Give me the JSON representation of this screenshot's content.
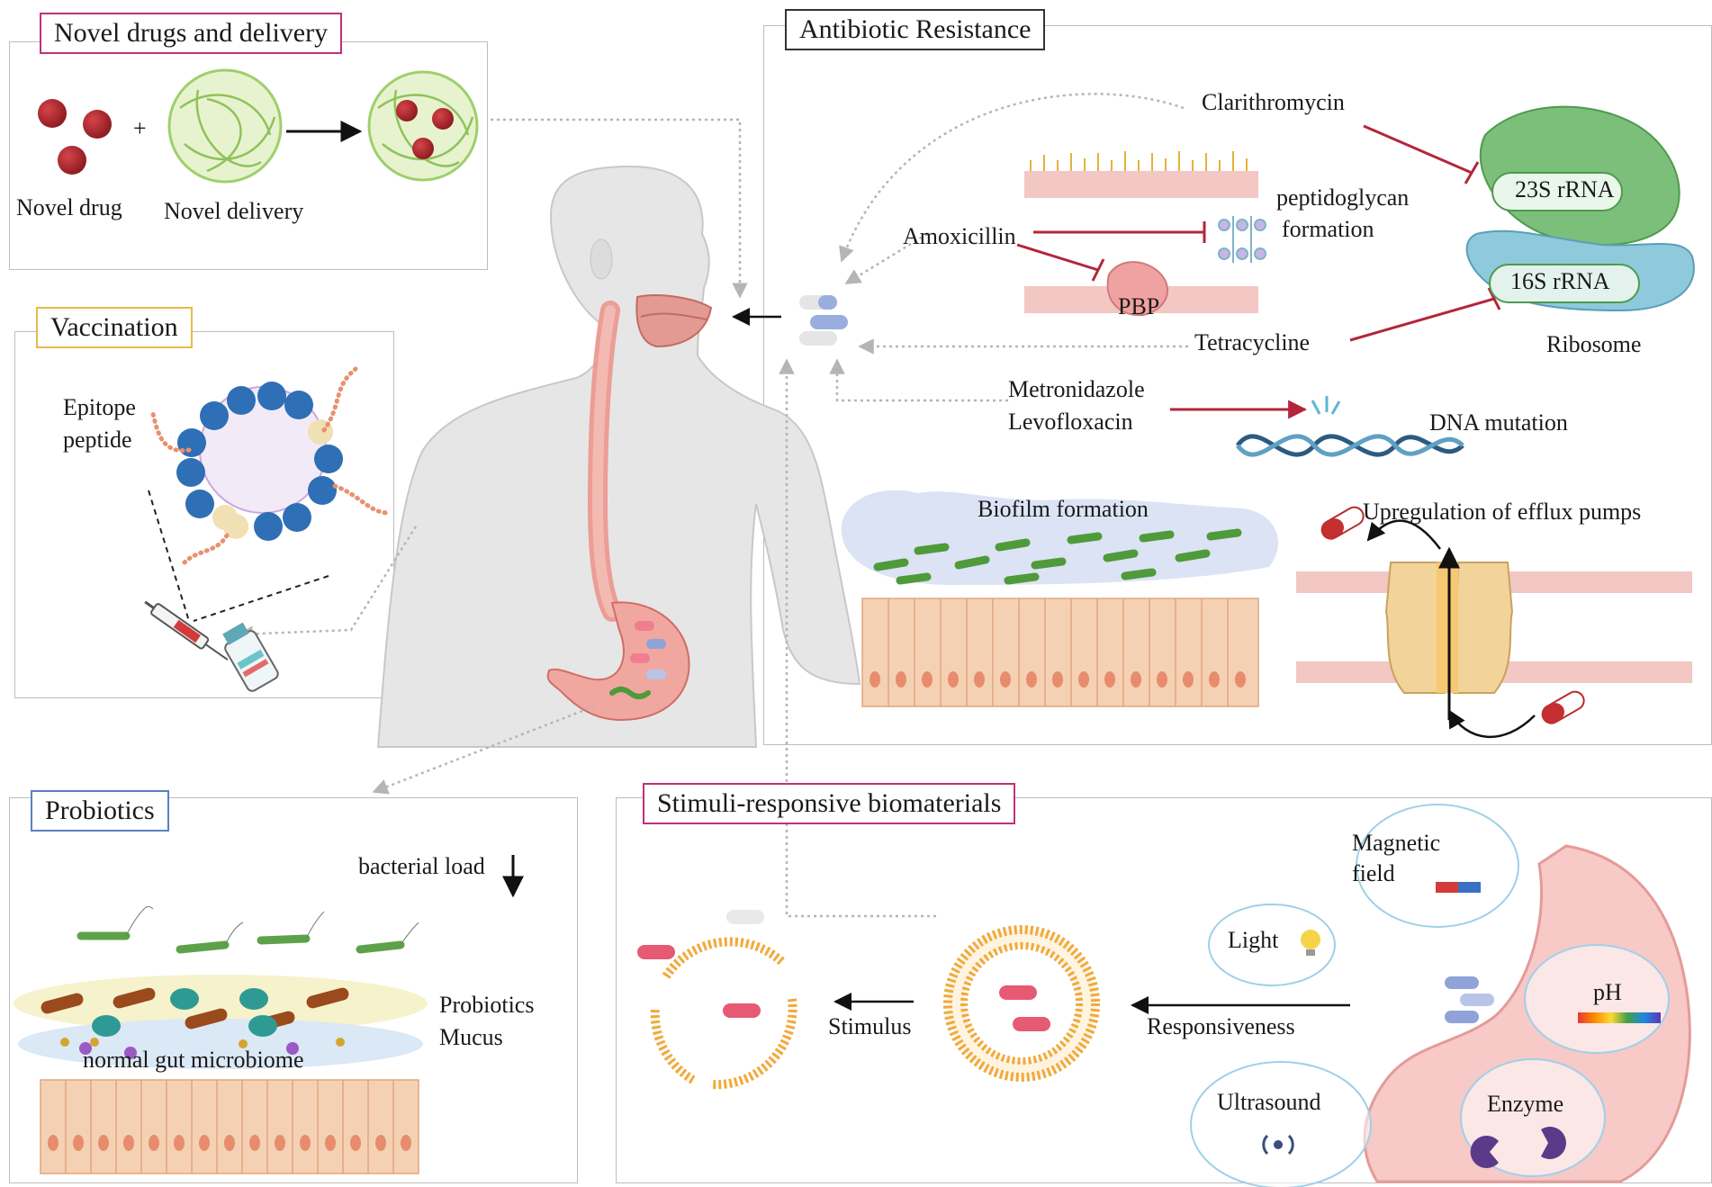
{
  "panels": {
    "novel": {
      "title": "Novel drugs and delivery",
      "plus": "+",
      "drug_label": "Novel drug",
      "delivery_label": "Novel delivery"
    },
    "vaccination": {
      "title": "Vaccination",
      "epitope_line1": "Epitope",
      "epitope_line2": "peptide"
    },
    "probiotics": {
      "title": "Probiotics",
      "bacterial_load": "bacterial load",
      "probiotics_label": "Probiotics",
      "mucus_label": "Mucus",
      "microbiome_label": "normal gut microbiome"
    },
    "antibiotic": {
      "title": "Antibiotic Resistance",
      "clarithromycin": "Clarithromycin",
      "amoxicillin": "Amoxicillin",
      "tetracycline": "Tetracycline",
      "metronidazole": "Metronidazole",
      "levofloxacin": "Levofloxacin",
      "peptidoglycan1": "peptidoglycan",
      "peptidoglycan2": "formation",
      "pbp": "PBP",
      "rrna23": "23S rRNA",
      "rrna16": "16S rRNA",
      "ribosome": "Ribosome",
      "dna_mutation": "DNA mutation",
      "biofilm": "Biofilm formation",
      "efflux": "Upregulation of efflux pumps"
    },
    "stimuli": {
      "title": "Stimuli-responsive biomaterials",
      "stimulus": "Stimulus",
      "responsiveness": "Responsiveness",
      "magnetic1": "Magnetic",
      "magnetic2": "field",
      "light": "Light",
      "ph": "pH",
      "ultrasound": "Ultrasound",
      "enzyme": "Enzyme"
    }
  },
  "colors": {
    "novel_border": "#c0307a",
    "vaccination_border": "#e8b84a",
    "probiotics_border": "#5b7fc4",
    "antibiotic_border": "#333333",
    "stimuli_border": "#c0307a",
    "inhibit_red": "#b3263a",
    "bacteria_green": "#4f9a3a",
    "ribosome_green": "#7bbf7a",
    "ribosome_blue": "#8ec9dc"
  }
}
